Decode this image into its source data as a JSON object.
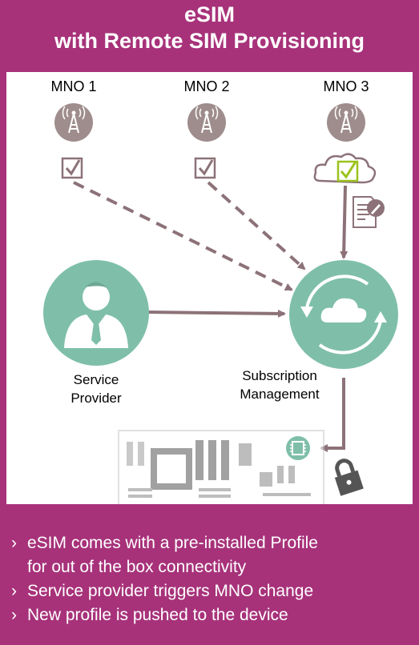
{
  "title": {
    "line1": "eSIM",
    "line2": "with Remote SIM Provisioning"
  },
  "operators": [
    "MNO 1",
    "MNO 2",
    "MNO 3"
  ],
  "nodes": {
    "service_provider": [
      "Service",
      "Provider"
    ],
    "subscription_management": [
      "Subscription",
      "Management"
    ]
  },
  "bullets": {
    "marker": "›",
    "items": [
      [
        "eSIM comes with a pre-installed Profile",
        "for out of the box connectivity"
      ],
      [
        "Service provider triggers MNO change"
      ],
      [
        "New profile is pushed to the device"
      ]
    ]
  },
  "colors": {
    "brand": "#a7327a",
    "teal": "#7fbfaa",
    "tower": "#9e8d8c",
    "arrow": "#8c7278",
    "check_green": "#9bc31c"
  },
  "icons": [
    "antenna-tower-icon",
    "checkbox-icon",
    "cloud-icon",
    "document-edit-icon",
    "person-icon",
    "cloud-sync-icon",
    "circuit-board-icon",
    "chip-icon",
    "padlock-icon"
  ]
}
